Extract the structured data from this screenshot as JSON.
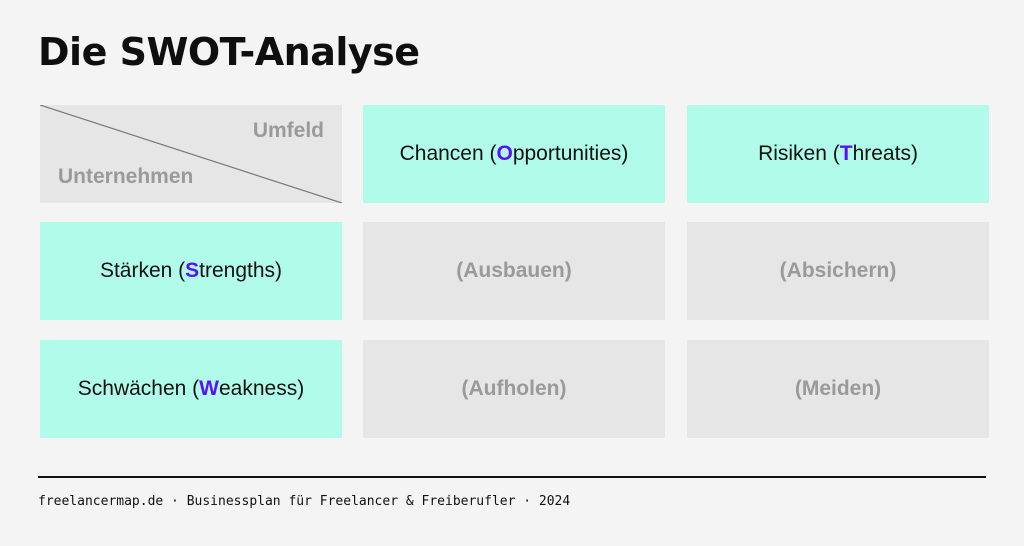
{
  "title": "Die SWOT-Analyse",
  "colors": {
    "mint": "#b1fbea",
    "grey": "#e6e6e6",
    "accent": "#5a12f5",
    "muted_text": "#9a9a9a",
    "background": "#f4f4f4"
  },
  "corner": {
    "top_right_label": "Umfeld",
    "bottom_left_label": "Unternehmen"
  },
  "columns": [
    {
      "prefix": "Chancen (",
      "accent": "O",
      "rest": "pportunities)"
    },
    {
      "prefix": "Risiken (",
      "accent": "T",
      "rest": "hreats)"
    }
  ],
  "rows": [
    {
      "prefix": "Stärken (",
      "accent": "S",
      "rest": "trengths)",
      "cells": [
        "(Ausbauen)",
        "(Absichern)"
      ]
    },
    {
      "prefix": "Schwächen (",
      "accent": "W",
      "rest": "eakness)",
      "cells": [
        "(Aufholen)",
        "(Meiden)"
      ]
    }
  ],
  "footer": "freelancermap.de · Businessplan für Freelancer & Freiberufler · 2024"
}
